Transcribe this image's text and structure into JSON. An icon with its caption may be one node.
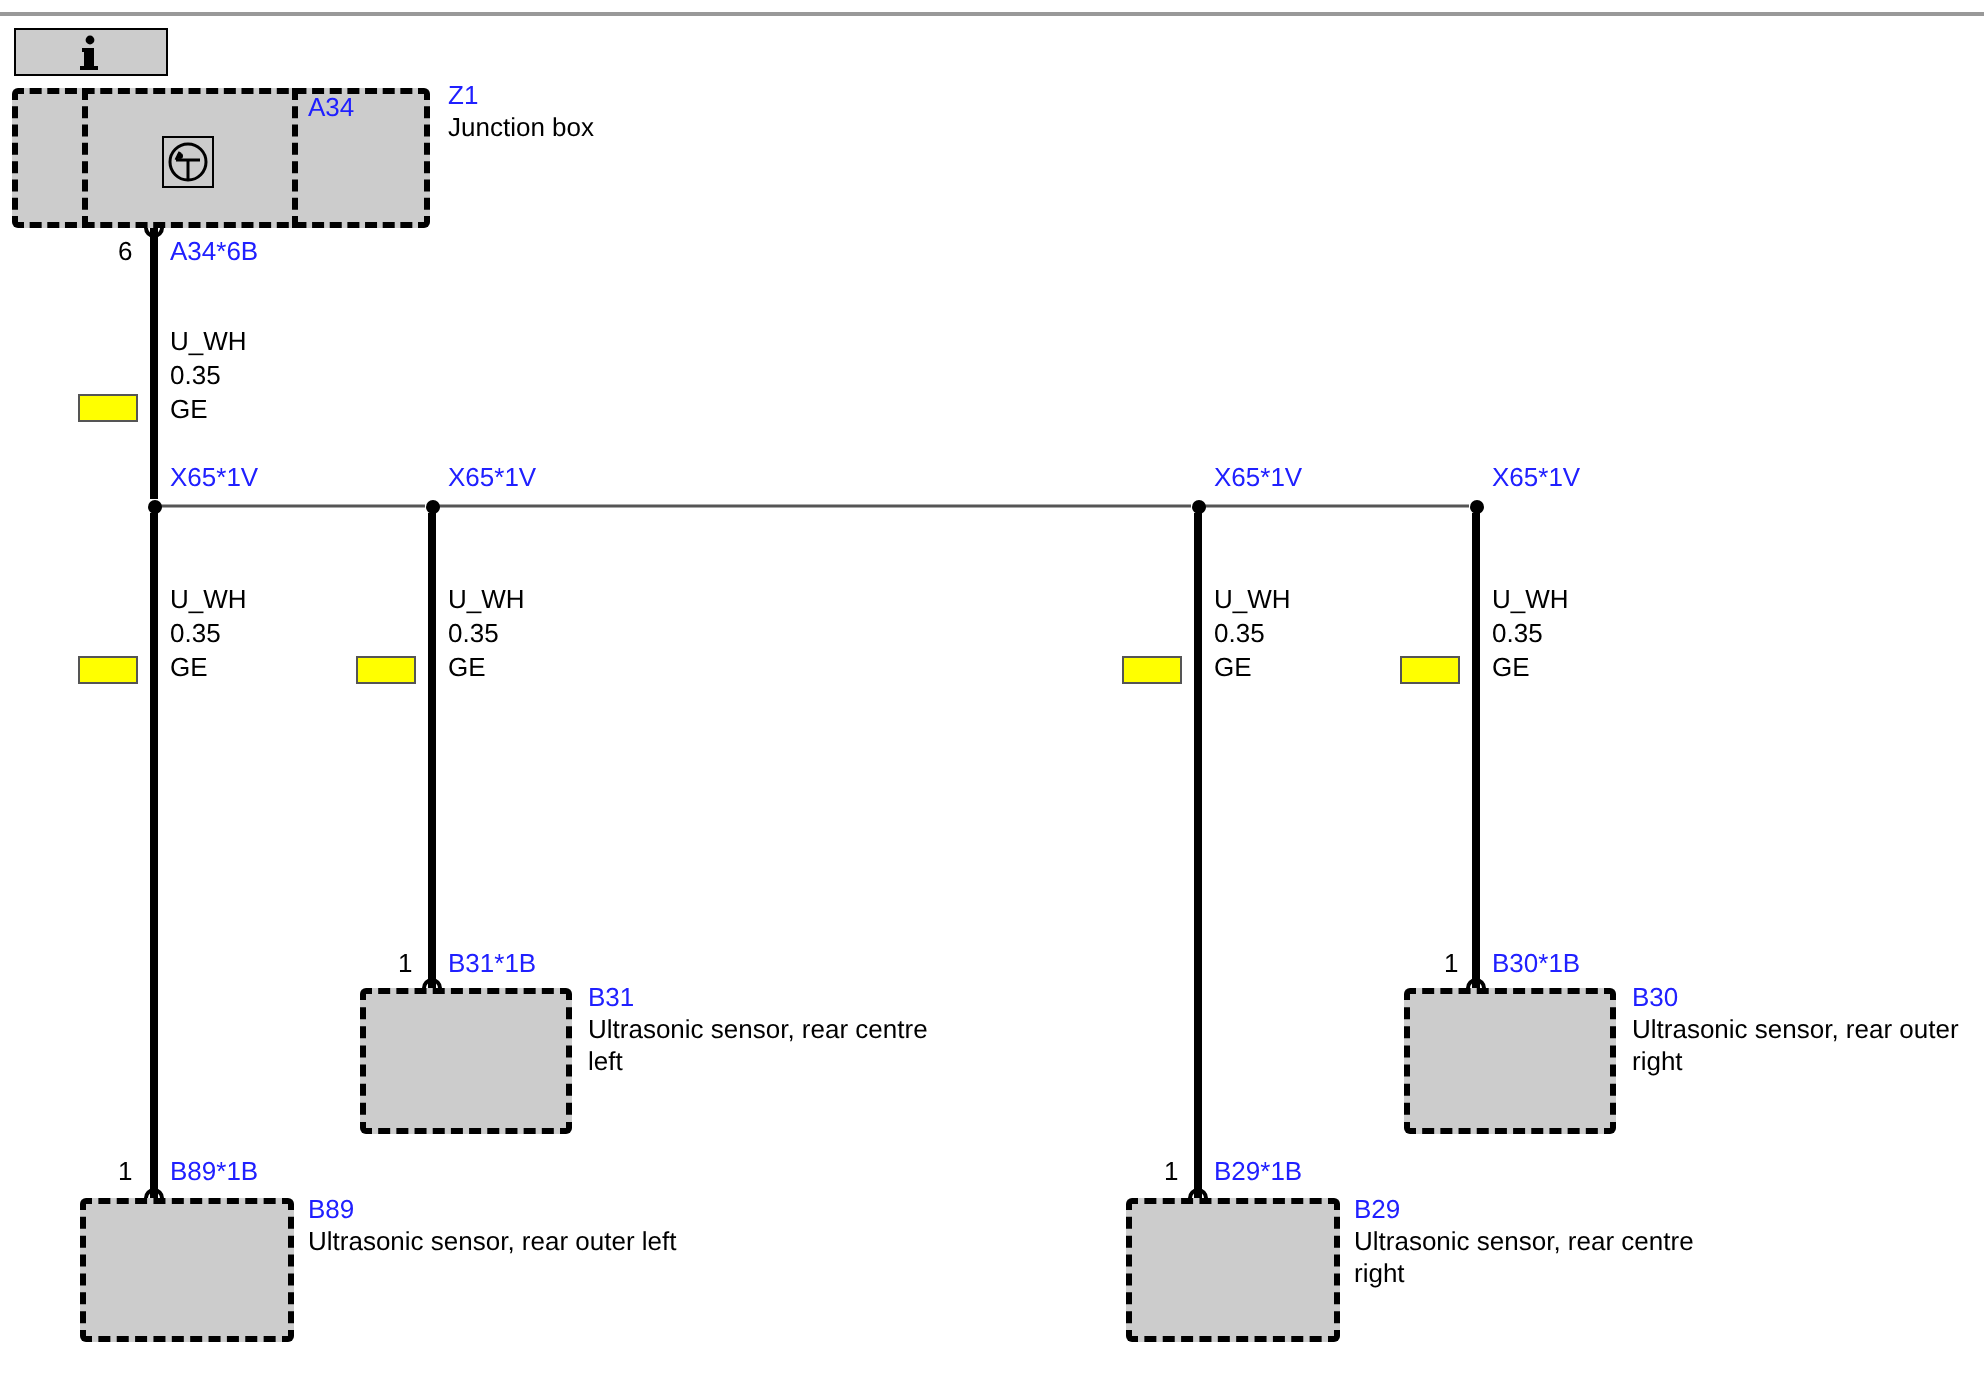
{
  "diagram": {
    "nodes": [
      {
        "text": [
          "A34"
        ],
        "beside": [
          "Z1",
          "Junction box"
        ]
      },
      {
        "text": [],
        "shape": "circle",
        "beside": [
          "X65*1V"
        ]
      },
      {
        "text": [],
        "shape": "circle",
        "beside": [
          "X65*1V"
        ]
      },
      {
        "text": [],
        "shape": "circle",
        "beside": [
          "X65*1V"
        ]
      },
      {
        "text": [],
        "shape": "circle",
        "beside": [
          "X65*1V"
        ]
      },
      {
        "text": [],
        "shape": "box",
        "beside": [
          "B31",
          "Ultrasonic sensor, rear centre left"
        ]
      },
      {
        "text": [],
        "shape": "box",
        "beside": [
          "B30",
          "Ultrasonic sensor, rear outer right"
        ]
      },
      {
        "text": [],
        "shape": "box",
        "beside": [
          "B89",
          "Ultrasonic sensor, rear outer left"
        ]
      },
      {
        "text": [],
        "shape": "box",
        "beside": [
          "B29",
          "Ultrasonic sensor, rear centre right"
        ]
      }
    ],
    "edges": [
      {
        "from": 0,
        "to": 1,
        "arrow": "other",
        "label": "U_WH 0.35 GE"
      },
      {
        "from": 1,
        "to": 2,
        "arrow": "none",
        "color": "#555555"
      },
      {
        "from": 2,
        "to": 3,
        "arrow": "none",
        "color": "#555555"
      },
      {
        "from": 3,
        "to": 4,
        "arrow": "none",
        "color": "#555555"
      },
      {
        "from": 7,
        "to": 1,
        "arrow": "other",
        "label": "U_WH 0.35 GE"
      },
      {
        "from": 5,
        "to": 2,
        "arrow": "other",
        "label": "U_WH 0.35 GE"
      },
      {
        "from": 8,
        "to": 3,
        "arrow": "other",
        "label": "U_WH 0.35 GE"
      },
      {
        "from": 6,
        "to": 4,
        "arrow": "other",
        "label": "U_WH 0.35 GE"
      }
    ],
    "labels": [
      "6",
      "A34*6B",
      "1",
      "B31*1B",
      "1",
      "B30*1B",
      "1",
      "B89*1B",
      "1",
      "B29*1B"
    ]
  }
}
